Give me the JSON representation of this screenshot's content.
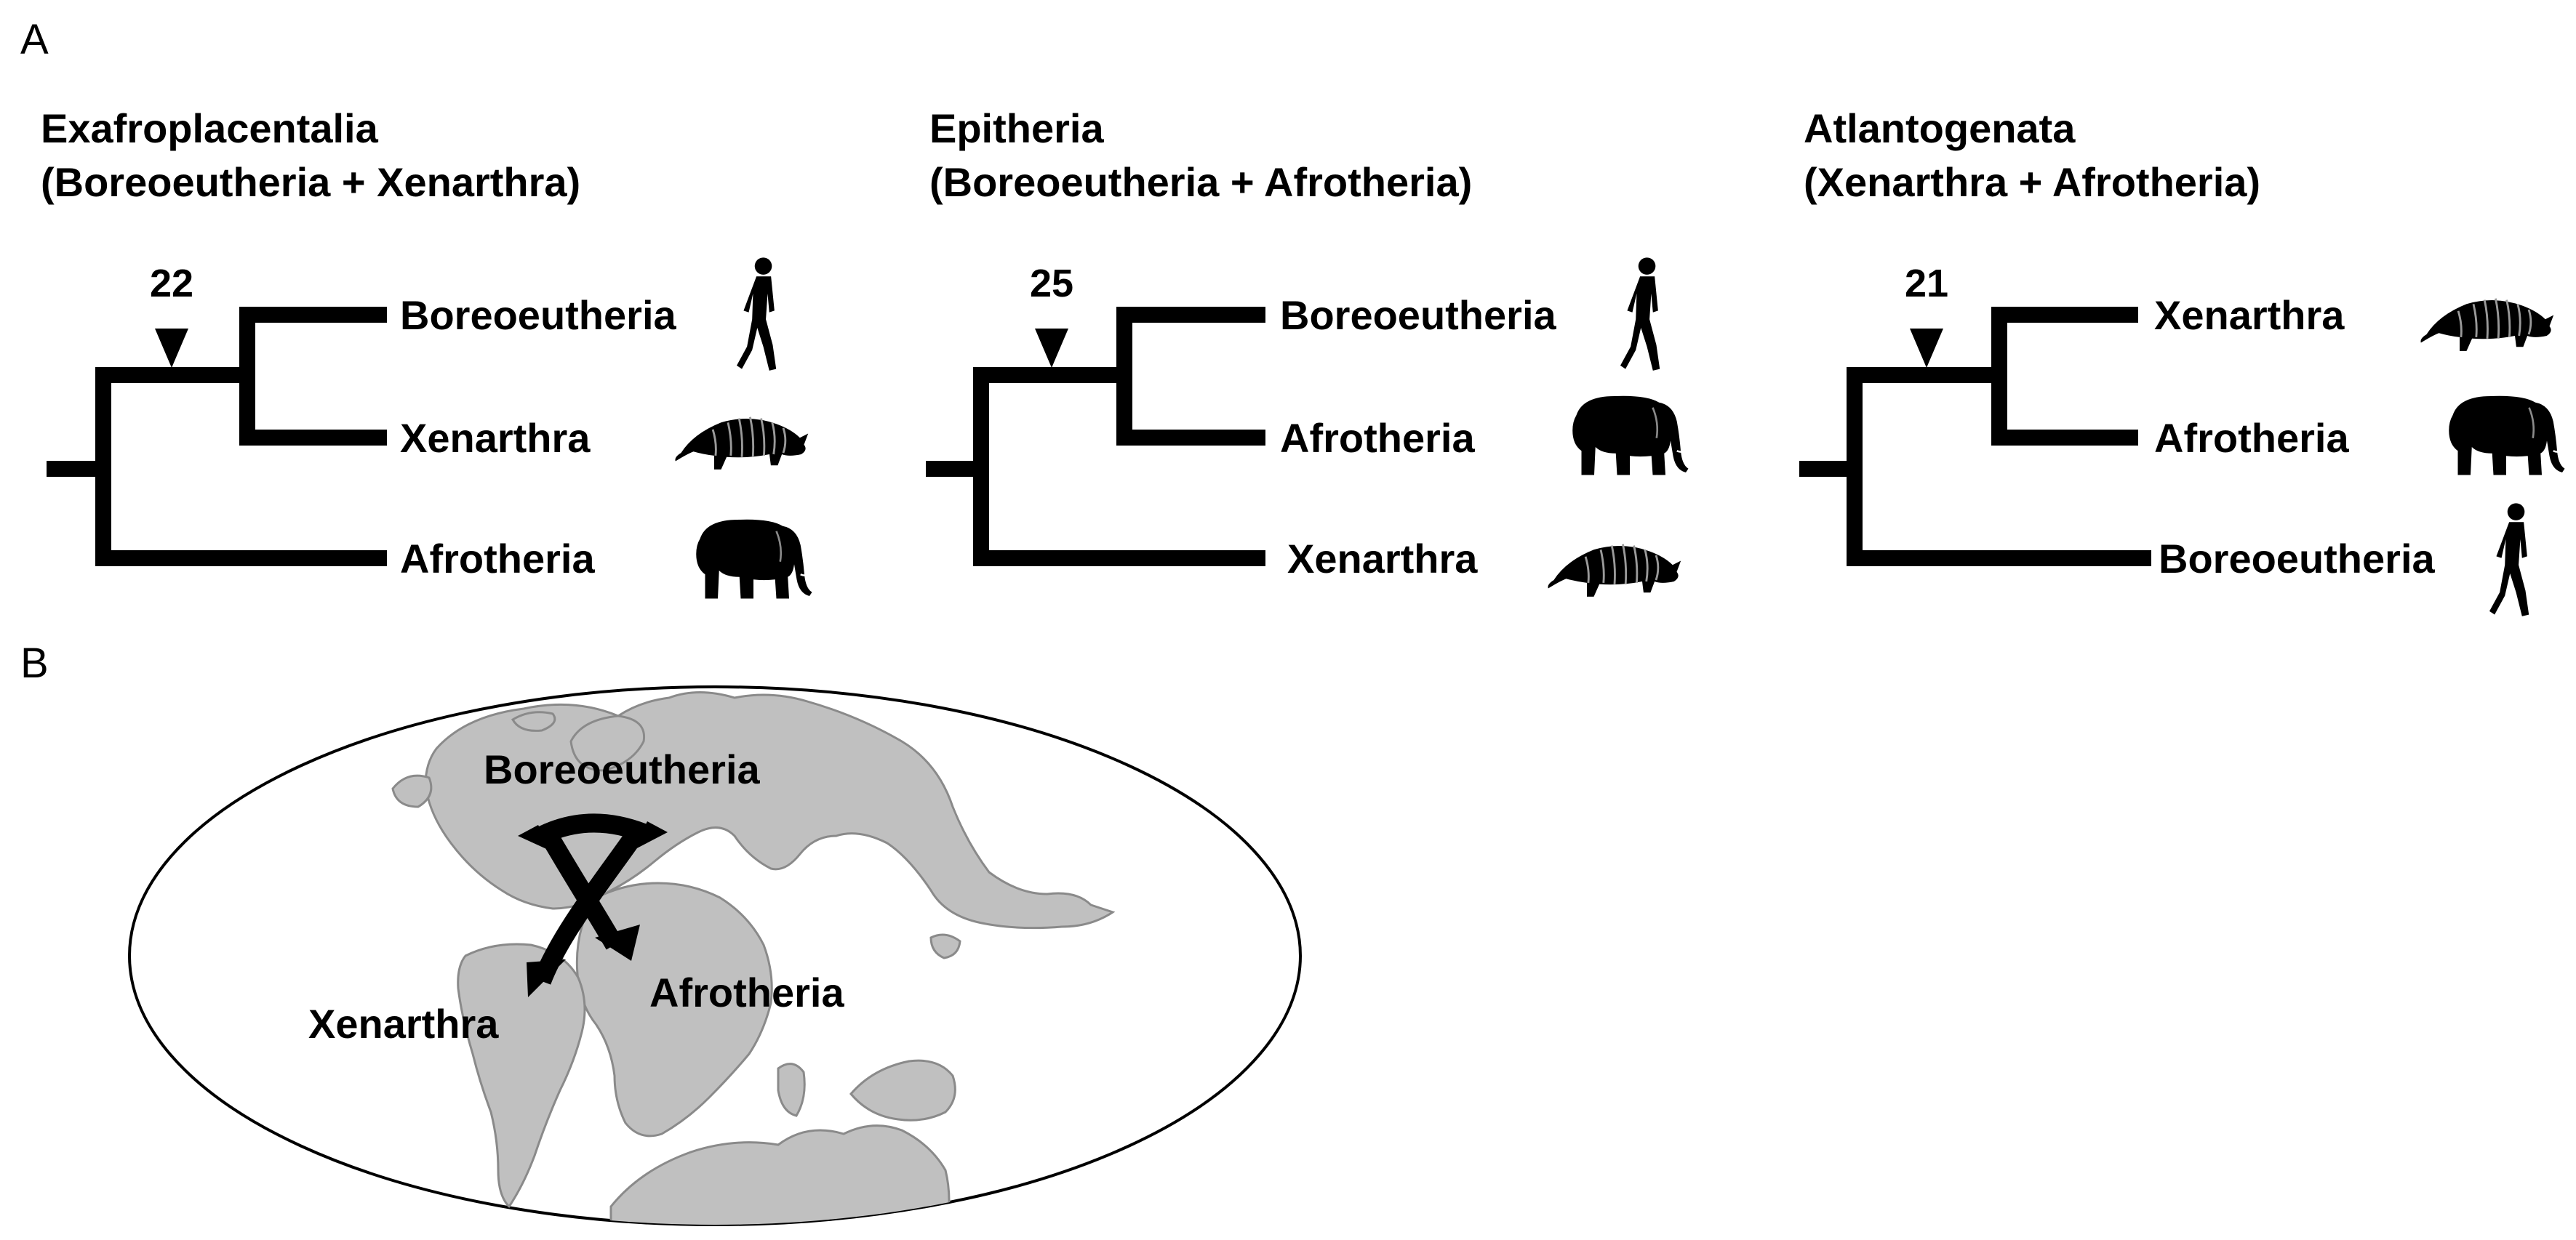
{
  "figure": {
    "panel_a_label": "A",
    "panel_b_label": "B",
    "trees": [
      {
        "title_line1": "Exafroplacentalia",
        "title_line2": "(Boreoeutheria + Xenarthra)",
        "support": "22",
        "taxa": [
          {
            "label": "Boreoeutheria",
            "icon": "human-icon"
          },
          {
            "label": "Xenarthra",
            "icon": "armadillo-icon"
          },
          {
            "label": "Afrotheria",
            "icon": "elephant-icon"
          }
        ]
      },
      {
        "title_line1": "Epitheria",
        "title_line2": "(Boreoeutheria + Afrotheria)",
        "support": "25",
        "taxa": [
          {
            "label": "Boreoeutheria",
            "icon": "human-icon"
          },
          {
            "label": "Afrotheria",
            "icon": "elephant-icon"
          },
          {
            "label": "Xenarthra",
            "icon": "armadillo-icon"
          }
        ]
      },
      {
        "title_line1": "Atlantogenata",
        "title_line2": "(Xenarthra + Afrotheria)",
        "support": "21",
        "taxa": [
          {
            "label": "Xenarthra",
            "icon": "armadillo-icon"
          },
          {
            "label": "Afrotheria",
            "icon": "elephant-icon"
          },
          {
            "label": "Boreoeutheria",
            "icon": "human-icon"
          }
        ]
      }
    ],
    "map": {
      "labels": {
        "boreoeutheria": "Boreoeutheria",
        "xenarthra": "Xenarthra",
        "afrotheria": "Afrotheria"
      },
      "colors": {
        "land": "#c0c0c0",
        "land_outline": "#8a8a8a",
        "ocean": "#ffffff",
        "arrows": "#000000"
      }
    }
  }
}
